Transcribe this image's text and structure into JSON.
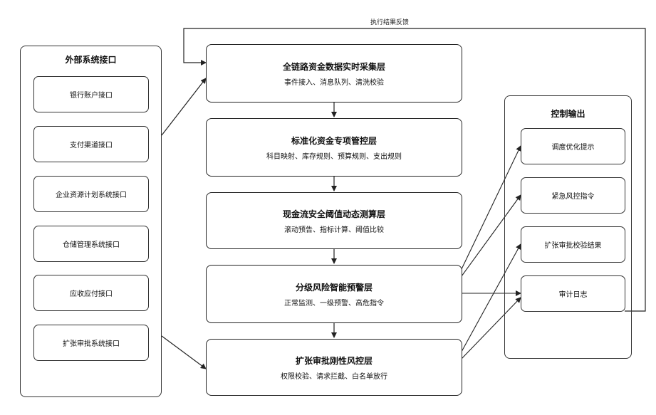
{
  "external": {
    "title": "外部系统接口",
    "items": [
      "银行账户接口",
      "支付渠道接口",
      "企业资源计划系统接口",
      "仓储管理系统接口",
      "应收应付接口",
      "扩张审批系统接口"
    ]
  },
  "layers": [
    {
      "title": "全链路资金数据实时采集层",
      "sub": "事件接入、消息队列、清洗校验"
    },
    {
      "title": "标准化资金专项管控层",
      "sub": "科目映射、库存规则、预算规则、支出规则"
    },
    {
      "title": "现金流安全阈值动态测算层",
      "sub": "滚动预告、指标计算、阈值比较"
    },
    {
      "title": "分级风险智能预警层",
      "sub": "正常监测、一级预警、高危指令"
    },
    {
      "title": "扩张审批刚性风控层",
      "sub": "权限校验、请求拦截、白名单放行"
    }
  ],
  "output": {
    "title": "控制输出",
    "items": [
      "调度优化提示",
      "紧急风控指令",
      "扩张审批校验结果",
      "审计日志"
    ]
  },
  "loop_label": "执行结果反馈"
}
